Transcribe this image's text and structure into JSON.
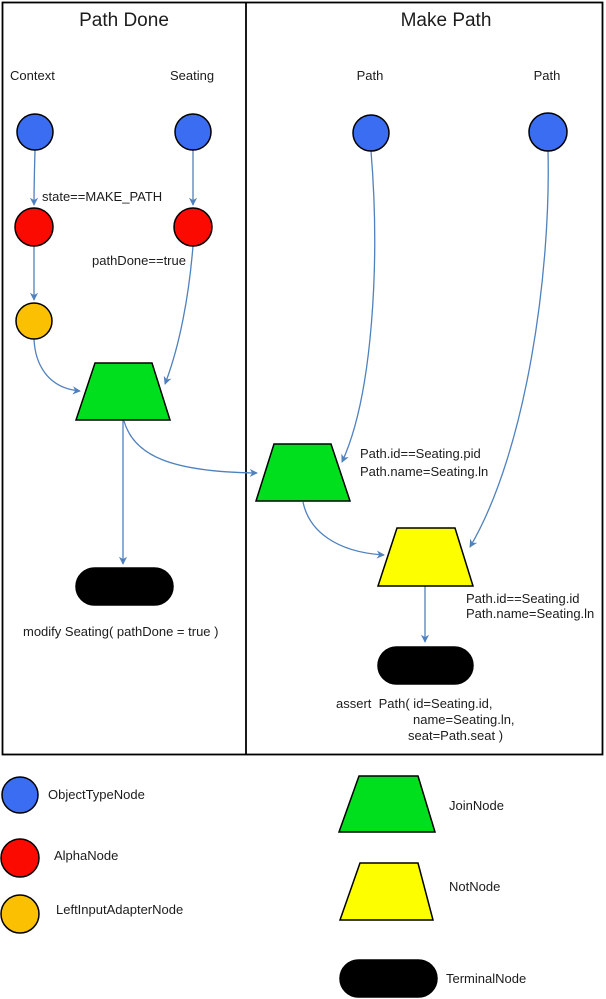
{
  "colors": {
    "object_type_node": "#3B6DF2",
    "alpha_node": "#FA0A00",
    "left_input_adapter_node": "#FBC002",
    "join_node": "#00DF1E",
    "not_node": "#FDFF00",
    "terminal_node": "#000000",
    "connector": "#4F81BD",
    "border": "#000000"
  },
  "diagram": {
    "left_panel": {
      "title": "Path Done",
      "object_type_labels": [
        "Context",
        "Seating"
      ],
      "alpha_condition_context": "state==MAKE_PATH",
      "alpha_condition_seating": "pathDone==true",
      "terminal_action": "modify Seating( pathDone = true )"
    },
    "right_panel": {
      "title": "Make Path",
      "object_type_labels": [
        "Path",
        "Path"
      ],
      "join_node_conditions": [
        "Path.id==Seating.pid",
        "Path.name=Seating.ln"
      ],
      "not_node_conditions": [
        "Path.id==Seating.id",
        "Path.name=Seating.ln"
      ],
      "terminal_action_lines": [
        "assert  Path( id=Seating.id,",
        "name=Seating.ln,",
        "seat=Path.seat )"
      ]
    }
  },
  "legend": {
    "items": [
      {
        "label": "ObjectTypeNode"
      },
      {
        "label": "AlphaNode"
      },
      {
        "label": "LeftInputAdapterNode"
      },
      {
        "label": "JoinNode"
      },
      {
        "label": "NotNode"
      },
      {
        "label": "TerminalNode"
      }
    ]
  }
}
